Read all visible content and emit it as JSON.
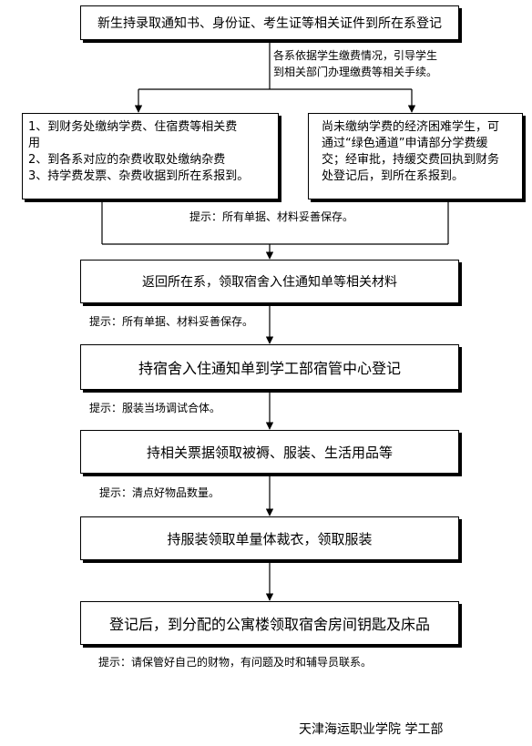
{
  "steps": {
    "s1": "新生持录取通知书、身份证、考生证等相关证件到所在系登记",
    "note1": [
      "各系依据学生缴费情况，引导学生",
      "到相关部门办理缴费等相关手续。"
    ],
    "left": [
      "1、到财务处缴纳学费、住宿费等相关费",
      "用",
      "2、到各系对应的杂费收取处缴纳杂费",
      "3、持学费发票、杂费收据到所在系报到。"
    ],
    "right": [
      "尚未缴纳学费的经济困难学生，可",
      "通过“绿色通道”申请部分学费缓",
      "交；经审批，持缓交费回执到财务",
      "处登记后，到所在系报到。"
    ],
    "tip_a": "提示：所有单据、材料妥善保存。",
    "s2": "返回所在系，领取宿舍入住通知单等相关材料",
    "tip_b": "提示：所有单据、材料妥善保存。",
    "s3": "持宿舍入住通知单到学工部宿管中心登记",
    "tip_c": "提示：服装当场调试合体。",
    "s4": "持相关票据领取被褥、服装、生活用品等",
    "tip_d": "提示：清点好物品数量。",
    "s5": "持服装领取单量体裁衣，领取服装",
    "s6": "登记后，到分配的公寓楼领取宿舍房间钥匙及床品",
    "tip_e": "提示：请保管好自己的财物，有问题及时和辅导员联系。"
  },
  "footer": "天津海运职业学院  学工部"
}
